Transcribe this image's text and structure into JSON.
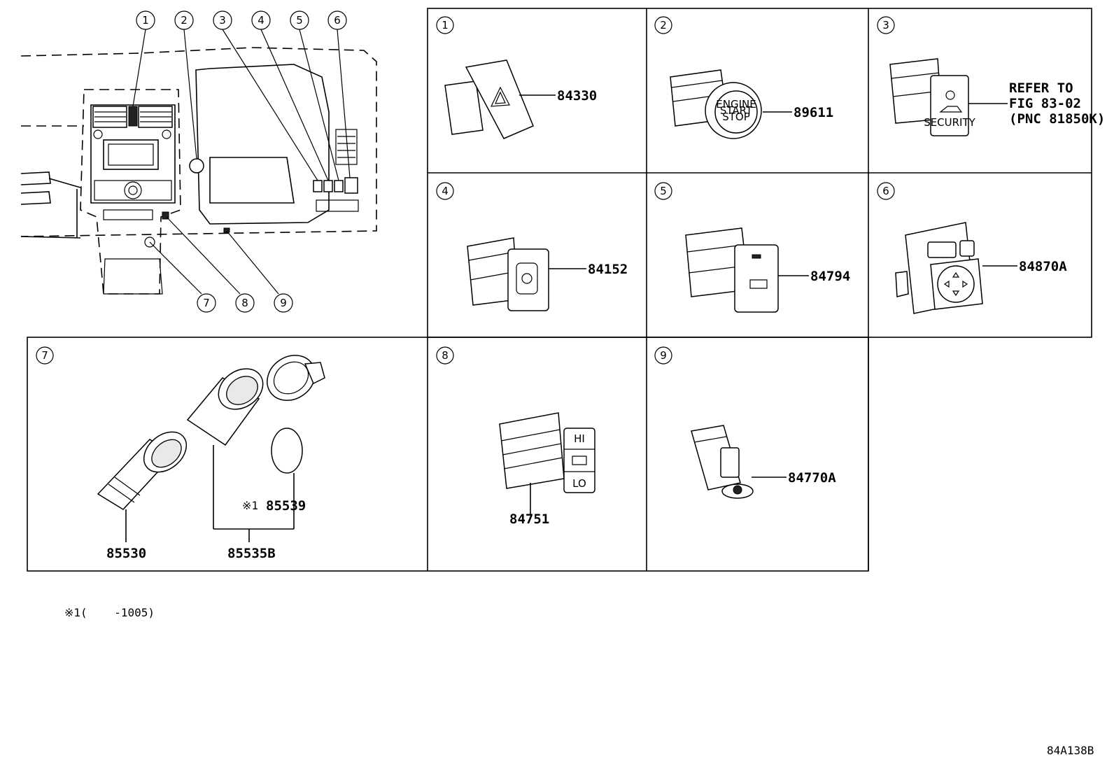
{
  "callouts": [
    "1",
    "2",
    "3",
    "4",
    "5",
    "6",
    "7",
    "8",
    "9"
  ],
  "parts": {
    "p1": "84330",
    "p2": "89611",
    "p3_line1": "REFER TO",
    "p3_line2": "FIG 83-02",
    "p3_line3": "(PNC 81850K)",
    "p4": "84152",
    "p5": "84794",
    "p6": "84870A",
    "p7a": "85530",
    "p7b": "85535B",
    "p7c_mark": "※1",
    "p7c": "85539",
    "p8": "84751",
    "p9": "84770A"
  },
  "button_text": {
    "hi": "HI",
    "lo": "LO",
    "security": "SECURITY",
    "start1": "ENGINE",
    "start2": "START",
    "start3": "STOP"
  },
  "footnote": "※1(    -1005)",
  "figure_code": "84A138B"
}
